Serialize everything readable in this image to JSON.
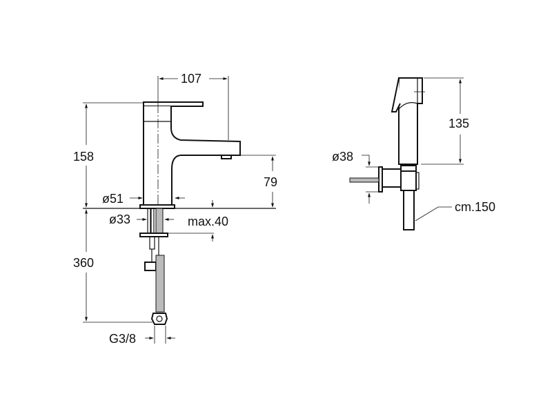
{
  "faucet": {
    "dim_spout_reach": "107",
    "dim_height": "158",
    "dim_spout_height": "79",
    "dim_base_diameter": "ø51",
    "dim_shank_diameter": "ø33",
    "dim_max_thickness": "max.40",
    "dim_hose_length": "360",
    "dim_connection": "G3/8"
  },
  "handshower": {
    "dim_height": "135",
    "dim_flange_diameter": "ø38",
    "dim_hose_length": "cm.150"
  },
  "colors": {
    "line": "#111111",
    "background": "#ffffff"
  }
}
